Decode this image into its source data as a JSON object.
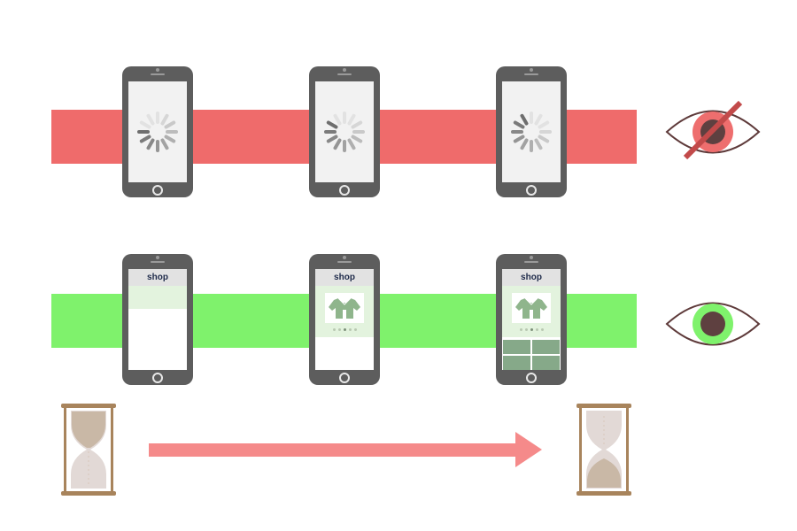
{
  "colors": {
    "bad_band": "#ef6b6b",
    "good_band": "#7ff26c",
    "phone_body": "#5d5d5d",
    "arrow": "#f58a8a",
    "shirt": "#8fb58c",
    "eye_outline": "#5e3a3a",
    "eye_iris_bad": "#ee6e6e",
    "eye_iris_good": "#7ff26c",
    "eye_pupil": "#5e4040",
    "strike": "#c24a4a",
    "hourglass_frame": "#a8845c",
    "sand": "#c9b8a6"
  },
  "loading_row": {
    "icon": "eye-crossed-icon",
    "phones": [
      {
        "state": "spinner",
        "highlight_step": 0
      },
      {
        "state": "spinner",
        "highlight_step": 1
      },
      {
        "state": "spinner",
        "highlight_step": 2
      }
    ]
  },
  "progressive_row": {
    "icon": "eye-icon",
    "phones": [
      {
        "state": "header-only",
        "header": "shop"
      },
      {
        "state": "product-card",
        "header": "shop"
      },
      {
        "state": "full-page",
        "header": "shop"
      }
    ]
  },
  "timeline": {
    "start_icon": "hourglass-full-top-icon",
    "end_icon": "hourglass-full-bottom-icon",
    "arrow_icon": "arrow-right-icon"
  }
}
